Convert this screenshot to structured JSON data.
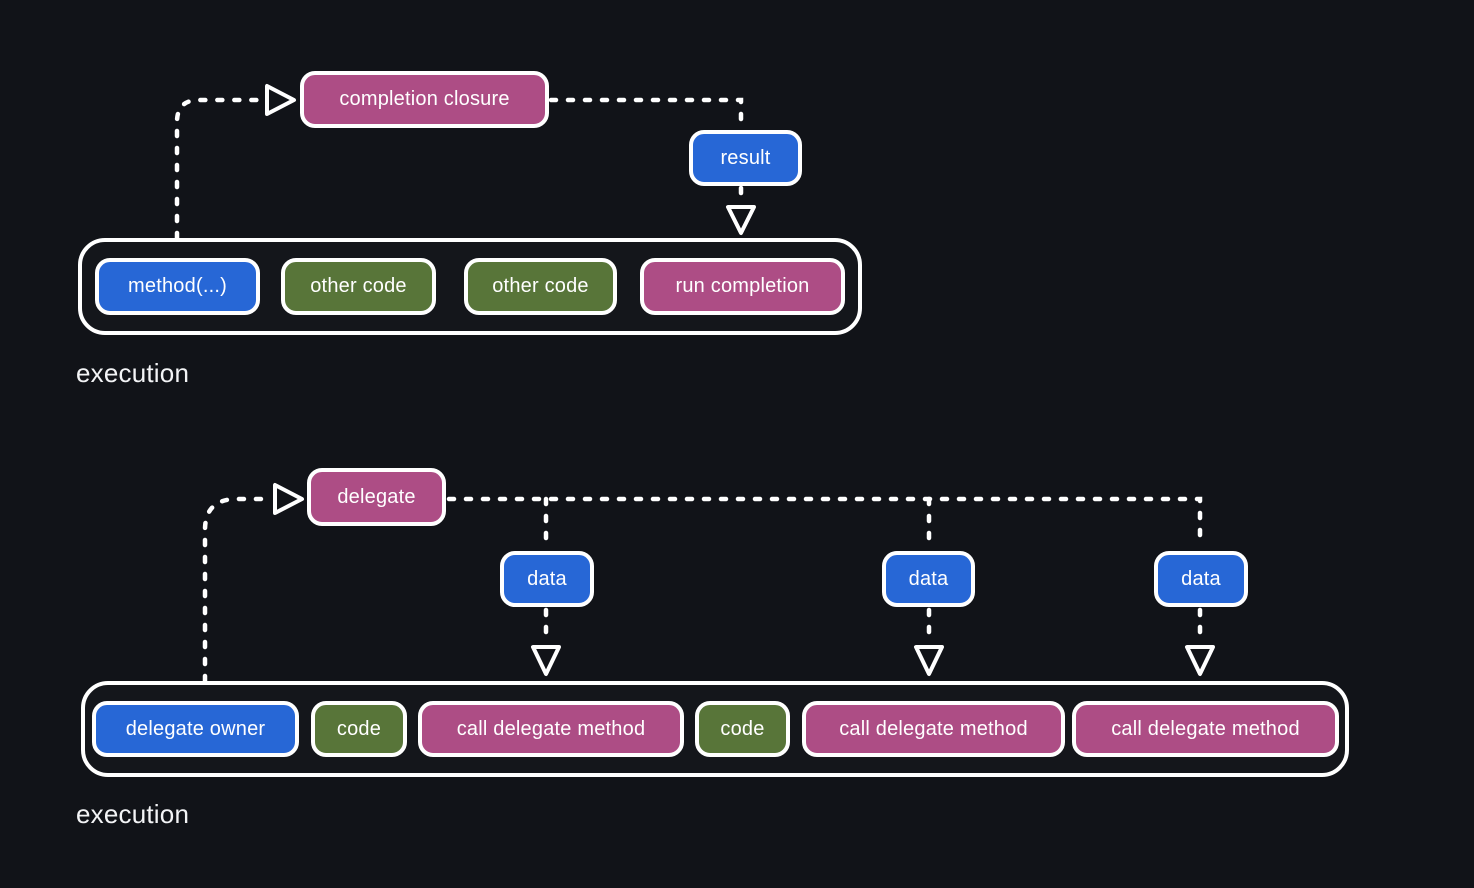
{
  "colors": {
    "background": "#111318",
    "node_pink": "#ad4d85",
    "node_blue": "#2767d6",
    "node_green": "#587539",
    "connector": "#ffffff",
    "text": "#ffffff"
  },
  "closure_diagram": {
    "closure_box": "completion closure",
    "result_box": "result",
    "timeline": [
      {
        "label": "method(...)",
        "color": "blue"
      },
      {
        "label": "other code",
        "color": "green"
      },
      {
        "label": "other code",
        "color": "green"
      },
      {
        "label": "run completion",
        "color": "pink"
      }
    ],
    "caption": "execution"
  },
  "delegate_diagram": {
    "delegate_box": "delegate",
    "data_boxes": [
      "data",
      "data",
      "data"
    ],
    "timeline": [
      {
        "label": "delegate owner",
        "color": "blue"
      },
      {
        "label": "code",
        "color": "green"
      },
      {
        "label": "call delegate method",
        "color": "pink"
      },
      {
        "label": "code",
        "color": "green"
      },
      {
        "label": "call delegate method",
        "color": "pink"
      },
      {
        "label": "call delegate method",
        "color": "pink"
      }
    ],
    "caption": "execution"
  }
}
